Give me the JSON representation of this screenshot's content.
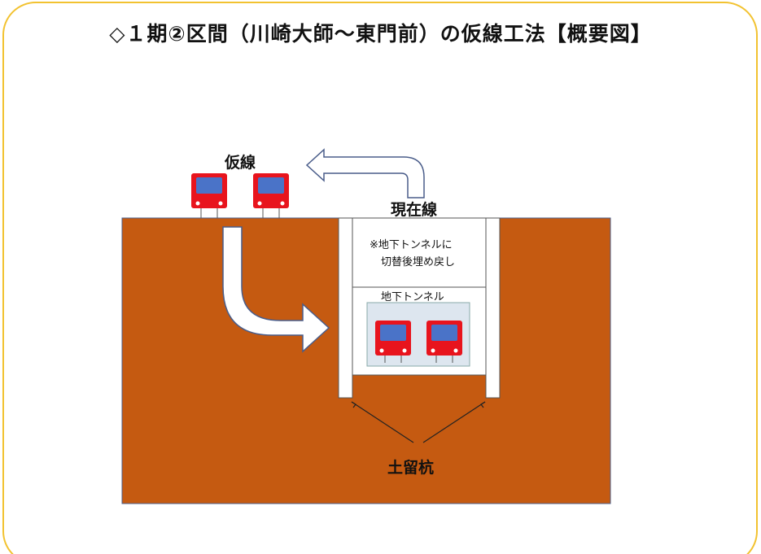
{
  "title": "◇１期②区間（川崎大師〜東門前）の仮線工法【概要図】",
  "labels": {
    "temporary_track": "仮線",
    "current_track": "現在線",
    "backfill_note_line1": "※地下トンネルに",
    "backfill_note_line2": "切替後埋め戻し",
    "underground_tunnel": "地下トンネル",
    "retaining_piles": "土留杭"
  },
  "colors": {
    "frame_border": "#f2c230",
    "soil": "#c55a11",
    "soil_border": "#4a5d8a",
    "wall": "#ffffff",
    "wall_border": "#555555",
    "tunnel_fill": "#dde6ef",
    "train_body": "#e8141d",
    "train_window": "#4a73c8",
    "arrow_fill": "#ffffff",
    "arrow_stroke": "#4a5d8a"
  },
  "icons": {
    "train": "train-front-icon",
    "arrow_shift": "curved-arrow-left-icon",
    "arrow_down_right": "curved-arrow-down-right-icon"
  }
}
